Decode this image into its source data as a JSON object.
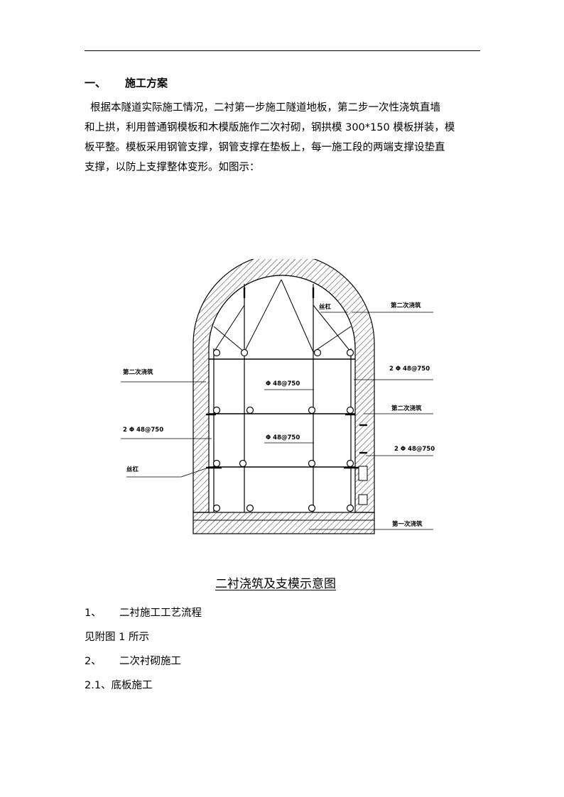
{
  "section": {
    "number": "一、",
    "title": "施工方案",
    "paragraph_lines": [
      "根据本隧道实际施工情况，二衬第一步施工隧道地板，第二步一次性浇筑直墙",
      "和上拱，利用普通钢模板和木模版施作二次衬砌，钢拱模 300*150 模板拼装，模",
      "板平整。模板采用钢管支撑，钢管支撑在垫板上，每一施工段的两端支撑设垫直",
      "支撑，以防上支撑整体变形。如图示："
    ]
  },
  "figure": {
    "labels": {
      "second_pour_left": "第二次浇筑",
      "pipe_left": "2 Φ 48@750",
      "screw_left": "丝杠",
      "screw_top": "丝杠",
      "pipe_center_upper": "Φ 48@750",
      "pipe_center_lower": "Φ 48@750",
      "second_pour_right_top": "第二次浇筑",
      "pipe_right_upper": "2 Φ 48@750",
      "second_pour_right_mid": "第二次浇筑",
      "pipe_right_lower": "2 Φ 48@750",
      "first_pour": "第一次浇筑"
    },
    "caption": "二衬浇筑及支模示意图"
  },
  "items": [
    {
      "num": "1、",
      "text": "二衬施工工艺流程"
    },
    {
      "text": "见附图 1 所示"
    },
    {
      "num": "2、",
      "text": "二次衬砌施工"
    },
    {
      "text": "2.1、底板施工"
    }
  ]
}
